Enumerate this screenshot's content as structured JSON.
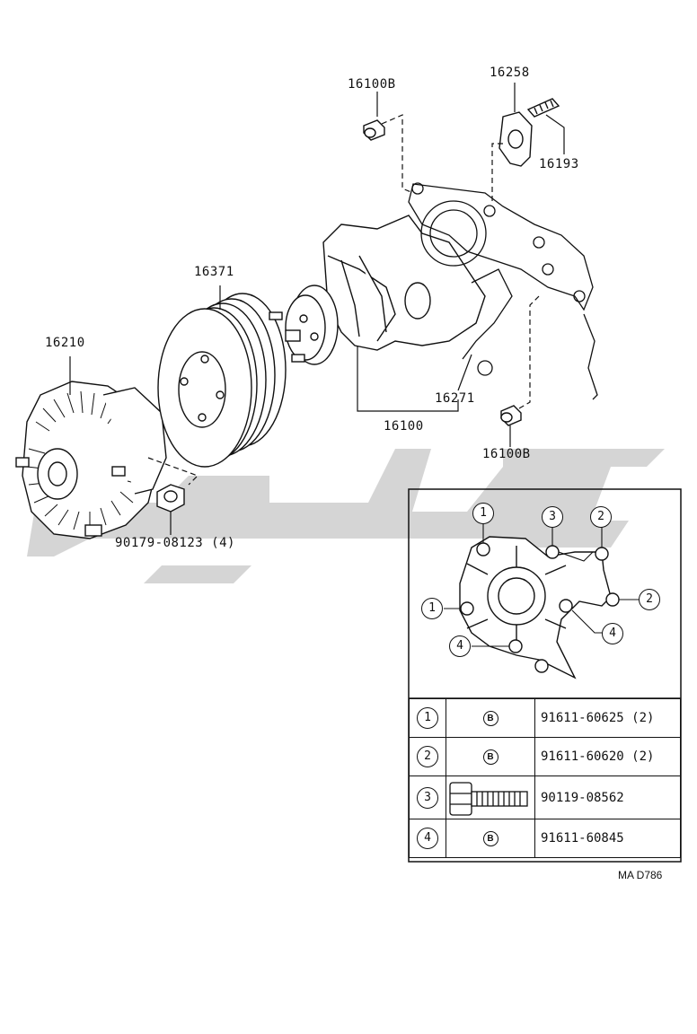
{
  "callouts": {
    "c16100B_top": "16100B",
    "c16258": "16258",
    "c16193": "16193",
    "c16371": "16371",
    "c16210": "16210",
    "c16271": "16271",
    "c16100": "16100",
    "c16100B_bottom": "16100B",
    "c90179": "90179-08123 (4)"
  },
  "bolt_legend": {
    "bubbles": [
      "1",
      "3",
      "2",
      "1",
      "2",
      "4",
      "4"
    ],
    "rows": [
      {
        "index": "1",
        "mark": "B",
        "part": "91611-60625 (2)"
      },
      {
        "index": "2",
        "mark": "B",
        "part": "91611-60620 (2)"
      },
      {
        "index": "3",
        "mark": "",
        "part": "90119-08562"
      },
      {
        "index": "4",
        "mark": "B",
        "part": "91611-60845"
      }
    ]
  },
  "diagram_code": "MA D786",
  "watermark_color": "#d4d4d4"
}
